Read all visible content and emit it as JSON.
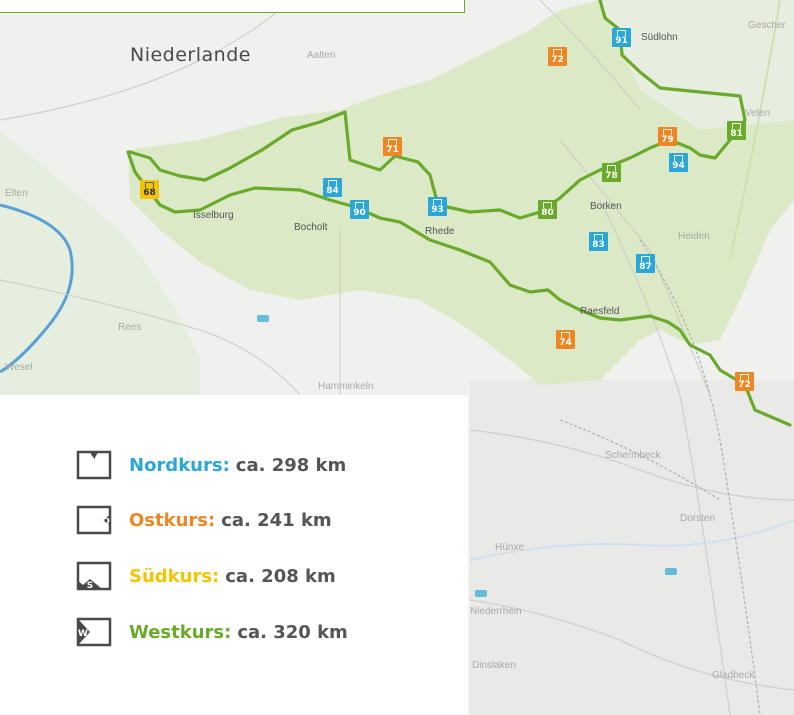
{
  "colors": {
    "nord": "#2aa6d8",
    "ost": "#ee8722",
    "sued": "#f5c400",
    "west": "#6aaa2a",
    "route_area": "#dbe9c7",
    "river": "#5aa0d6",
    "text_dark": "#555555"
  },
  "map": {
    "country_label": "Niederlande",
    "places": [
      {
        "id": "aalten",
        "name": "Aalten"
      },
      {
        "id": "suedlohn",
        "name": "Südlohn"
      },
      {
        "id": "gescher",
        "name": "Gescher"
      },
      {
        "id": "velen",
        "name": "Velen"
      },
      {
        "id": "isselburg",
        "name": "Isselburg"
      },
      {
        "id": "bocholt",
        "name": "Bocholt"
      },
      {
        "id": "rhede",
        "name": "Rhede"
      },
      {
        "id": "borken",
        "name": "Borken"
      },
      {
        "id": "heiden",
        "name": "Heiden"
      },
      {
        "id": "raesfeld",
        "name": "Raesfeld"
      },
      {
        "id": "hamminkeln",
        "name": "Hamminkeln"
      },
      {
        "id": "rees",
        "name": "Rees"
      },
      {
        "id": "emmerich",
        "name": "Elten"
      },
      {
        "id": "wesel",
        "name": "Wesel"
      },
      {
        "id": "schermbeck",
        "name": "Schermbeck"
      },
      {
        "id": "dorsten",
        "name": "Dorsten"
      },
      {
        "id": "hunxe",
        "name": "Hünxe"
      },
      {
        "id": "niederrhein",
        "name": "Niederrhein"
      },
      {
        "id": "dinslaken",
        "name": "Dinslaken"
      },
      {
        "id": "gladbeck",
        "name": "Gladbeck"
      }
    ],
    "markers": [
      {
        "id": "m72a",
        "label": "72",
        "course": "ost"
      },
      {
        "id": "m91",
        "label": "91",
        "course": "nord"
      },
      {
        "id": "m71",
        "label": "71",
        "course": "ost"
      },
      {
        "id": "m79",
        "label": "79",
        "course": "ost"
      },
      {
        "id": "m81",
        "label": "81",
        "course": "west"
      },
      {
        "id": "m94",
        "label": "94",
        "course": "nord"
      },
      {
        "id": "m78",
        "label": "78",
        "course": "west"
      },
      {
        "id": "m68",
        "label": "68",
        "course": "sued"
      },
      {
        "id": "m84",
        "label": "84",
        "course": "nord"
      },
      {
        "id": "m90",
        "label": "90",
        "course": "nord"
      },
      {
        "id": "m93",
        "label": "93",
        "course": "nord"
      },
      {
        "id": "m80",
        "label": "80",
        "course": "west"
      },
      {
        "id": "m83",
        "label": "83",
        "course": "nord"
      },
      {
        "id": "m87",
        "label": "87",
        "course": "nord"
      },
      {
        "id": "m74",
        "label": "74",
        "course": "ost"
      },
      {
        "id": "m72b",
        "label": "72",
        "course": "ost"
      }
    ]
  },
  "legend": [
    {
      "key": "nord",
      "letter": "N",
      "name": "Nordkurs:",
      "distance": "ca. 298 km"
    },
    {
      "key": "ost",
      "letter": "O",
      "name": "Ostkurs:",
      "distance": "ca. 241 km"
    },
    {
      "key": "sued",
      "letter": "S",
      "name": "Südkurs:",
      "distance": "ca. 208 km"
    },
    {
      "key": "west",
      "letter": "W",
      "name": "Westkurs:",
      "distance": "ca. 320 km"
    }
  ]
}
